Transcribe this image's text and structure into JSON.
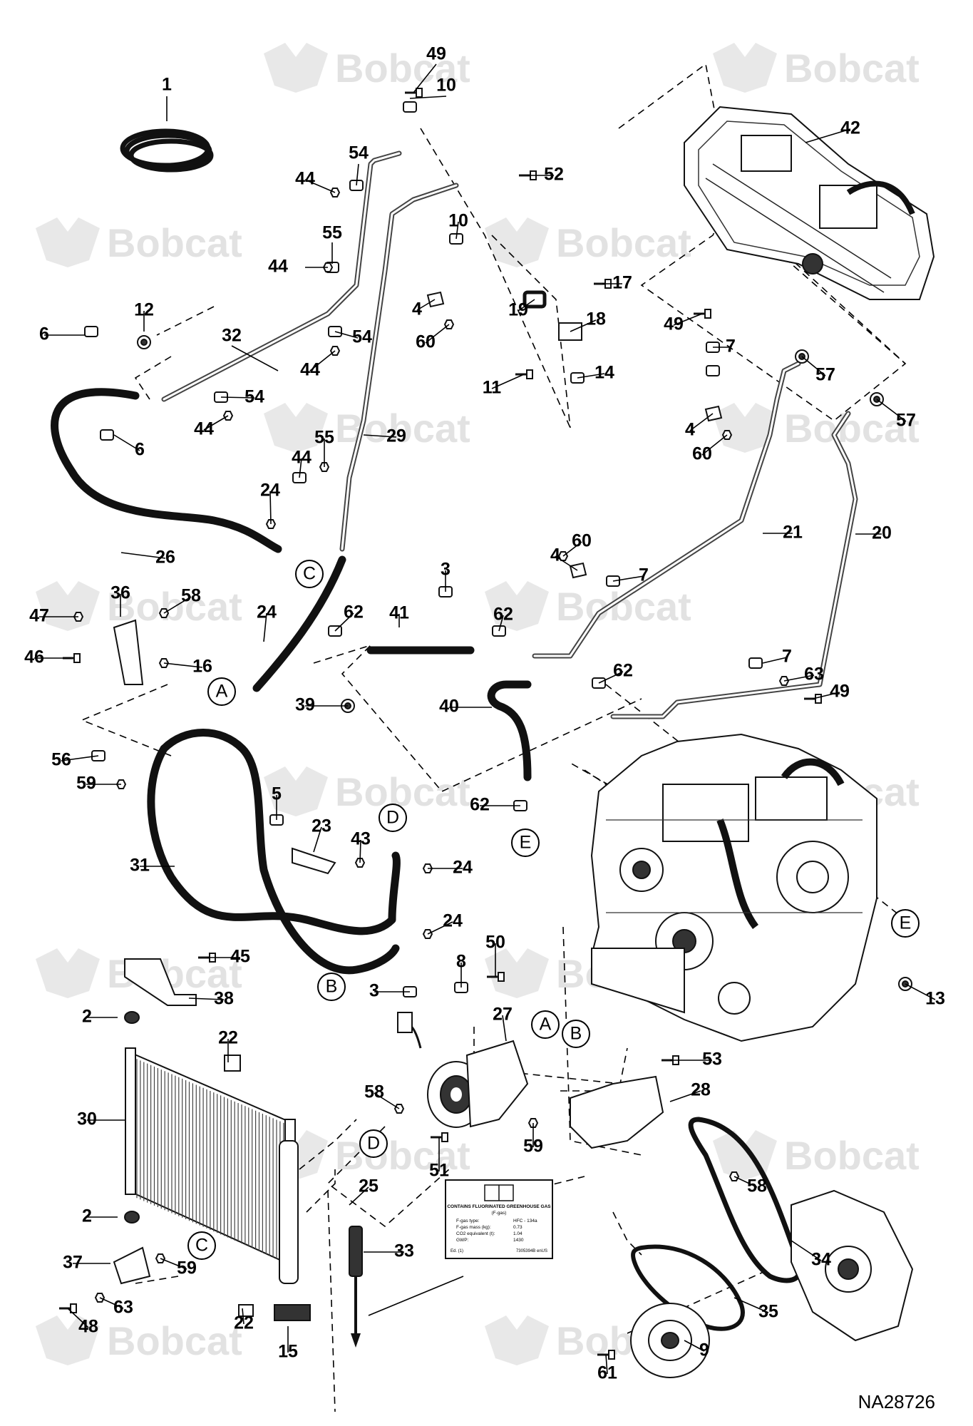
{
  "figure_id": "NA28726",
  "watermark_text": "Bobcat",
  "callouts": [
    "1",
    "2",
    "3",
    "4",
    "5",
    "6",
    "7",
    "8",
    "9",
    "10",
    "11",
    "12",
    "13",
    "14",
    "15",
    "16",
    "17",
    "18",
    "19",
    "20",
    "21",
    "22",
    "23",
    "24",
    "25",
    "26",
    "27",
    "28",
    "29",
    "30",
    "31",
    "32",
    "33",
    "34",
    "35",
    "36",
    "37",
    "38",
    "39",
    "40",
    "41",
    "42",
    "43",
    "44",
    "45",
    "46",
    "47",
    "48",
    "49",
    "50",
    "51",
    "52",
    "53",
    "54",
    "55",
    "56",
    "57",
    "58",
    "59",
    "60",
    "61",
    "62",
    "63"
  ],
  "connectors": [
    "A",
    "B",
    "C",
    "D",
    "E"
  ],
  "decal": {
    "title": "CONTAINS FLUORINATED GREENHOUSE GAS",
    "subtitle": "(F-gas)",
    "rows": [
      {
        "label": "F-gas type:",
        "value": "HFC - 134a"
      },
      {
        "label": "F-gas mass (kg):",
        "value": "0.73"
      },
      {
        "label": "CO2 equivalent (t):",
        "value": "1.04"
      },
      {
        "label": "GWP:",
        "value": "1430"
      }
    ],
    "footer_left": "Ed. (1)",
    "footer_right": "7305394B enUS"
  }
}
